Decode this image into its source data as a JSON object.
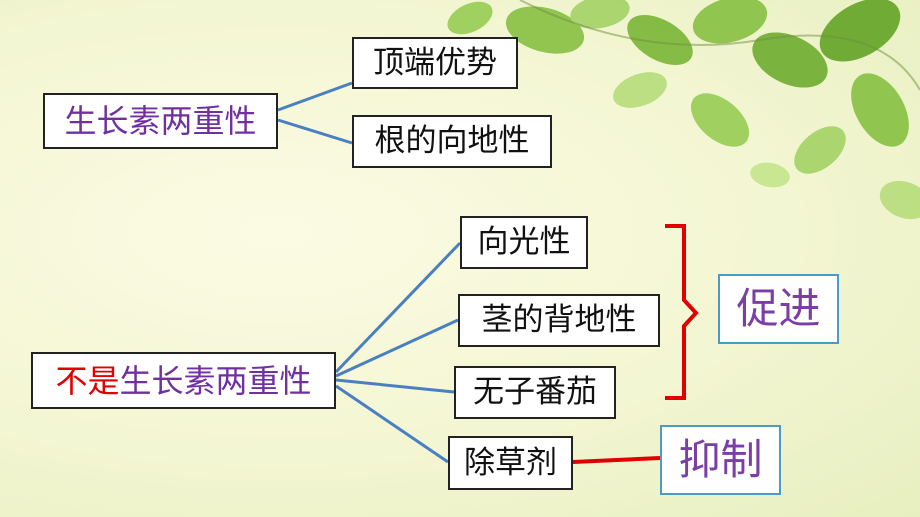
{
  "diagram": {
    "root1": {
      "label": "生长素两重性",
      "color": "#7030a0"
    },
    "root1_children": [
      {
        "label": "顶端优势"
      },
      {
        "label": "根的向地性"
      }
    ],
    "root2": {
      "prefix": "不是",
      "prefix_color": "#e00000",
      "label": "生长素两重性",
      "color": "#7030a0"
    },
    "root2_children": [
      {
        "label": "向光性"
      },
      {
        "label": "茎的背地性"
      },
      {
        "label": "无子番茄"
      },
      {
        "label": "除草剂"
      }
    ],
    "promote": {
      "label": "促进",
      "color": "#7a3ea6",
      "border": "#4a9bc5"
    },
    "inhibit": {
      "label": "抑制",
      "color": "#7a3ea6",
      "border": "#4a9bc5"
    },
    "connector_color": "#4a7fc1",
    "bracket_color": "#e00000"
  }
}
